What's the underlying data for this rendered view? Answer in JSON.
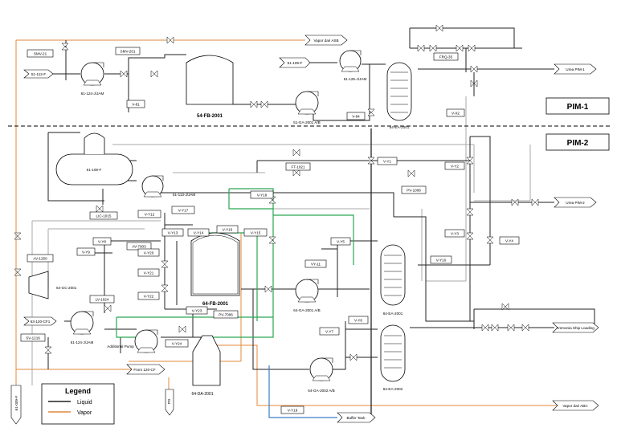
{
  "sections": {
    "pim1": "PIM-1",
    "pim2": "PIM-2"
  },
  "offpage": {
    "vapor_asb": "Vapor dari ASB",
    "urea_pim1": "Urea PIM-1",
    "urea_pim2": "Urea PIM-2",
    "ammonia_loading": "Ammonia Ship Loading",
    "from_120cf": "From 120-CF",
    "buffer_tank": "Buffer Tank",
    "vapor_abc": "Vapor dari ABC",
    "flare": "61-009-F",
    "in_left": "51-112-F",
    "in_top": "51-109-F",
    "in_cf1": "63-120-CF1",
    "bottom_feed": "PD"
  },
  "equipment": {
    "fb_top": "54-FB-2001",
    "fb_main": "64-FB-2001",
    "da": "64-DA-2001",
    "gc": "64-GC-2001",
    "drum": "61-109-F",
    "ea_top": "54-EA-2001",
    "ea_mid": "64-EA-2001",
    "ea_bot": "64-EA-2002",
    "pump_top_left": "61-124-J/JAM",
    "pump_top_mid": "51-GA-2001 A/B",
    "pump_top_right": "51-125-J/JAM",
    "pump_drum": "51-113-J/JAM",
    "pump_bl": "51-124-J/JAM",
    "pump_add": "Additional Pump",
    "pump_mid": "64-GA-2001 A/B",
    "pump_low": "64-GA-2002 A/B"
  },
  "tags": {
    "smv21": "SMV-21",
    "smv201": "SMV-201",
    "v81": "V-81",
    "frq35": "FRQ-35",
    "v84": "V-84",
    "vx2": "V-X2",
    "vy1": "V-Y1",
    "vy2": "V-Y2",
    "vy3": "V-Y3",
    "vy4": "V-Y4",
    "ff1021": "FT-1021",
    "pv1008": "PV-1008",
    "vy18": "V-Y18",
    "lic1015": "LIC-1015",
    "vy12": "V-Y12",
    "vy17": "V-Y17",
    "vy13": "V-Y13",
    "vy14": "V-Y14",
    "vy16": "V-Y16",
    "vy15": "V-Y15",
    "vy8": "V-Y8",
    "vy9": "V-Y9",
    "av7003": "AV-7003",
    "vy20": "V-Y20",
    "vy21": "V-Y21",
    "vy22": "V-Y22",
    "vy23": "V-Y23",
    "pv7006": "PV-7006",
    "vy5": "V-Y5",
    "vy11": "VY-11",
    "vy10": "V-Y10",
    "vy6": "V-Y6",
    "vy7": "V-Y7",
    "vy24": "V-Y24",
    "vy19": "V-Y19",
    "av1250": "AV-1250",
    "lv1024": "LV-1024",
    "sv1216": "SV-1216"
  },
  "legend": {
    "title": "Legend",
    "liquid": "Liquid",
    "vapor": "Vapor",
    "liquid_color": "#222222",
    "vapor_color": "#e08a3c"
  }
}
